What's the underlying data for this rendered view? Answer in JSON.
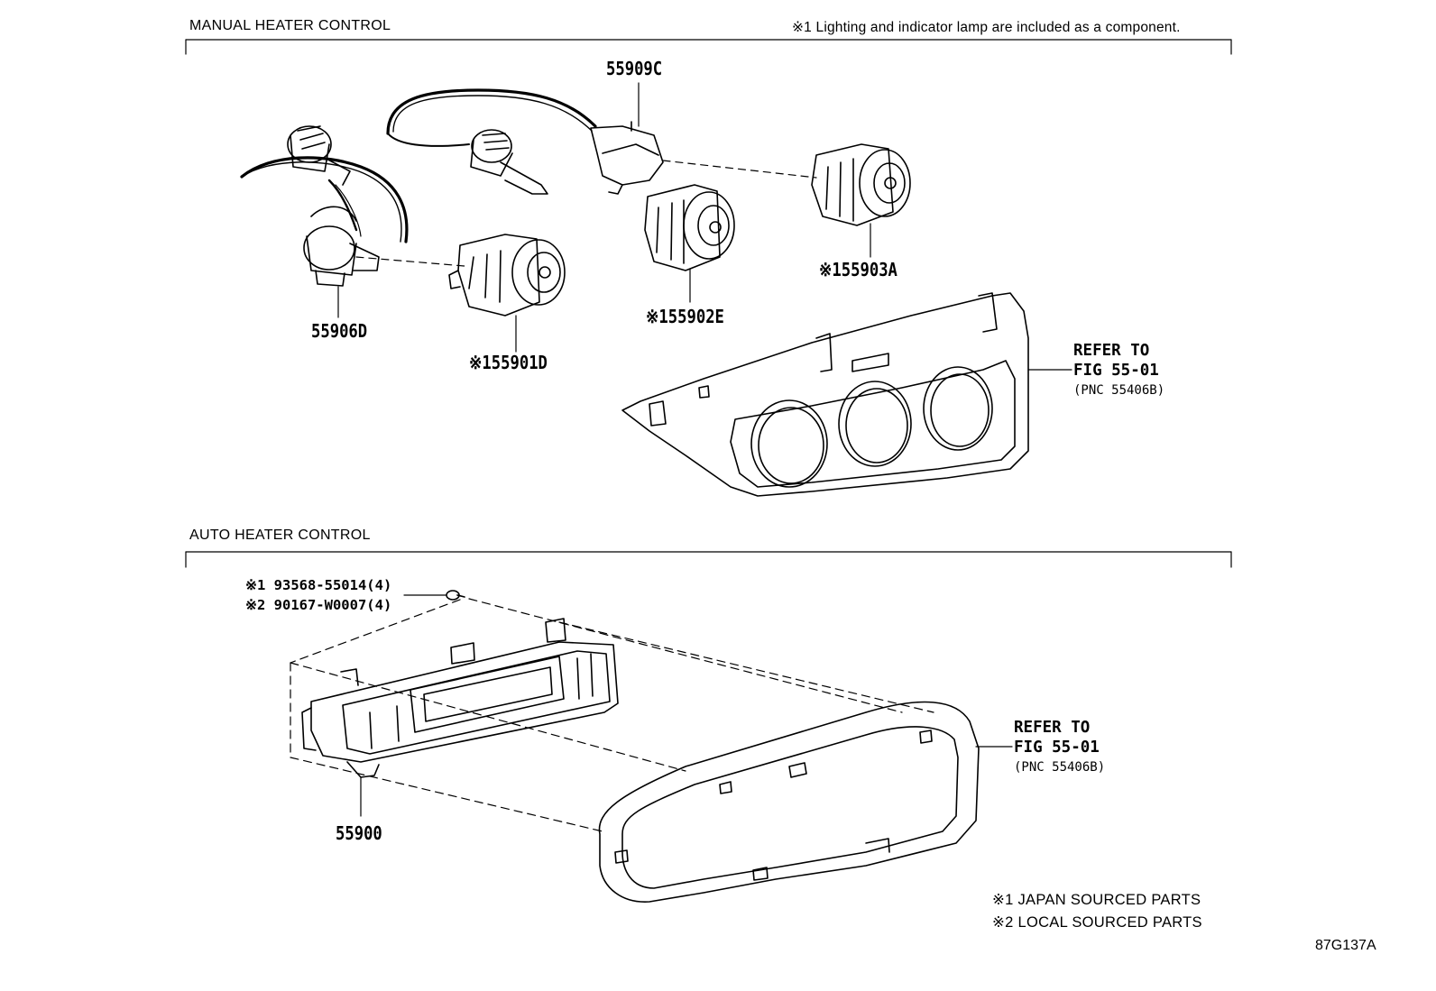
{
  "sections": {
    "manual": {
      "title": "MANUAL HEATER CONTROL",
      "note": "※1 Lighting and indicator lamp are included as a component."
    },
    "auto": {
      "title": "AUTO HEATER CONTROL"
    }
  },
  "parts": {
    "p55909C": "55909C",
    "p55906D": "55906D",
    "p55903A": "※155903A",
    "p55902E": "※155902E",
    "p55901D": "※155901D",
    "p55900": "55900",
    "screw1": "※1 93568-55014(4)",
    "screw2": "※2 90167-W0007(4)"
  },
  "refer_manual": {
    "line1": "REFER TO",
    "line2": "FIG 55-01",
    "line3": "(PNC 55406B)"
  },
  "refer_auto": {
    "line1": "REFER TO",
    "line2": "FIG 55-01",
    "line3": "(PNC 55406B)"
  },
  "legend": {
    "item1": "※1 JAPAN SOURCED PARTS",
    "item2": "※2 LOCAL SOURCED PARTS"
  },
  "figure_code": "87G137A"
}
